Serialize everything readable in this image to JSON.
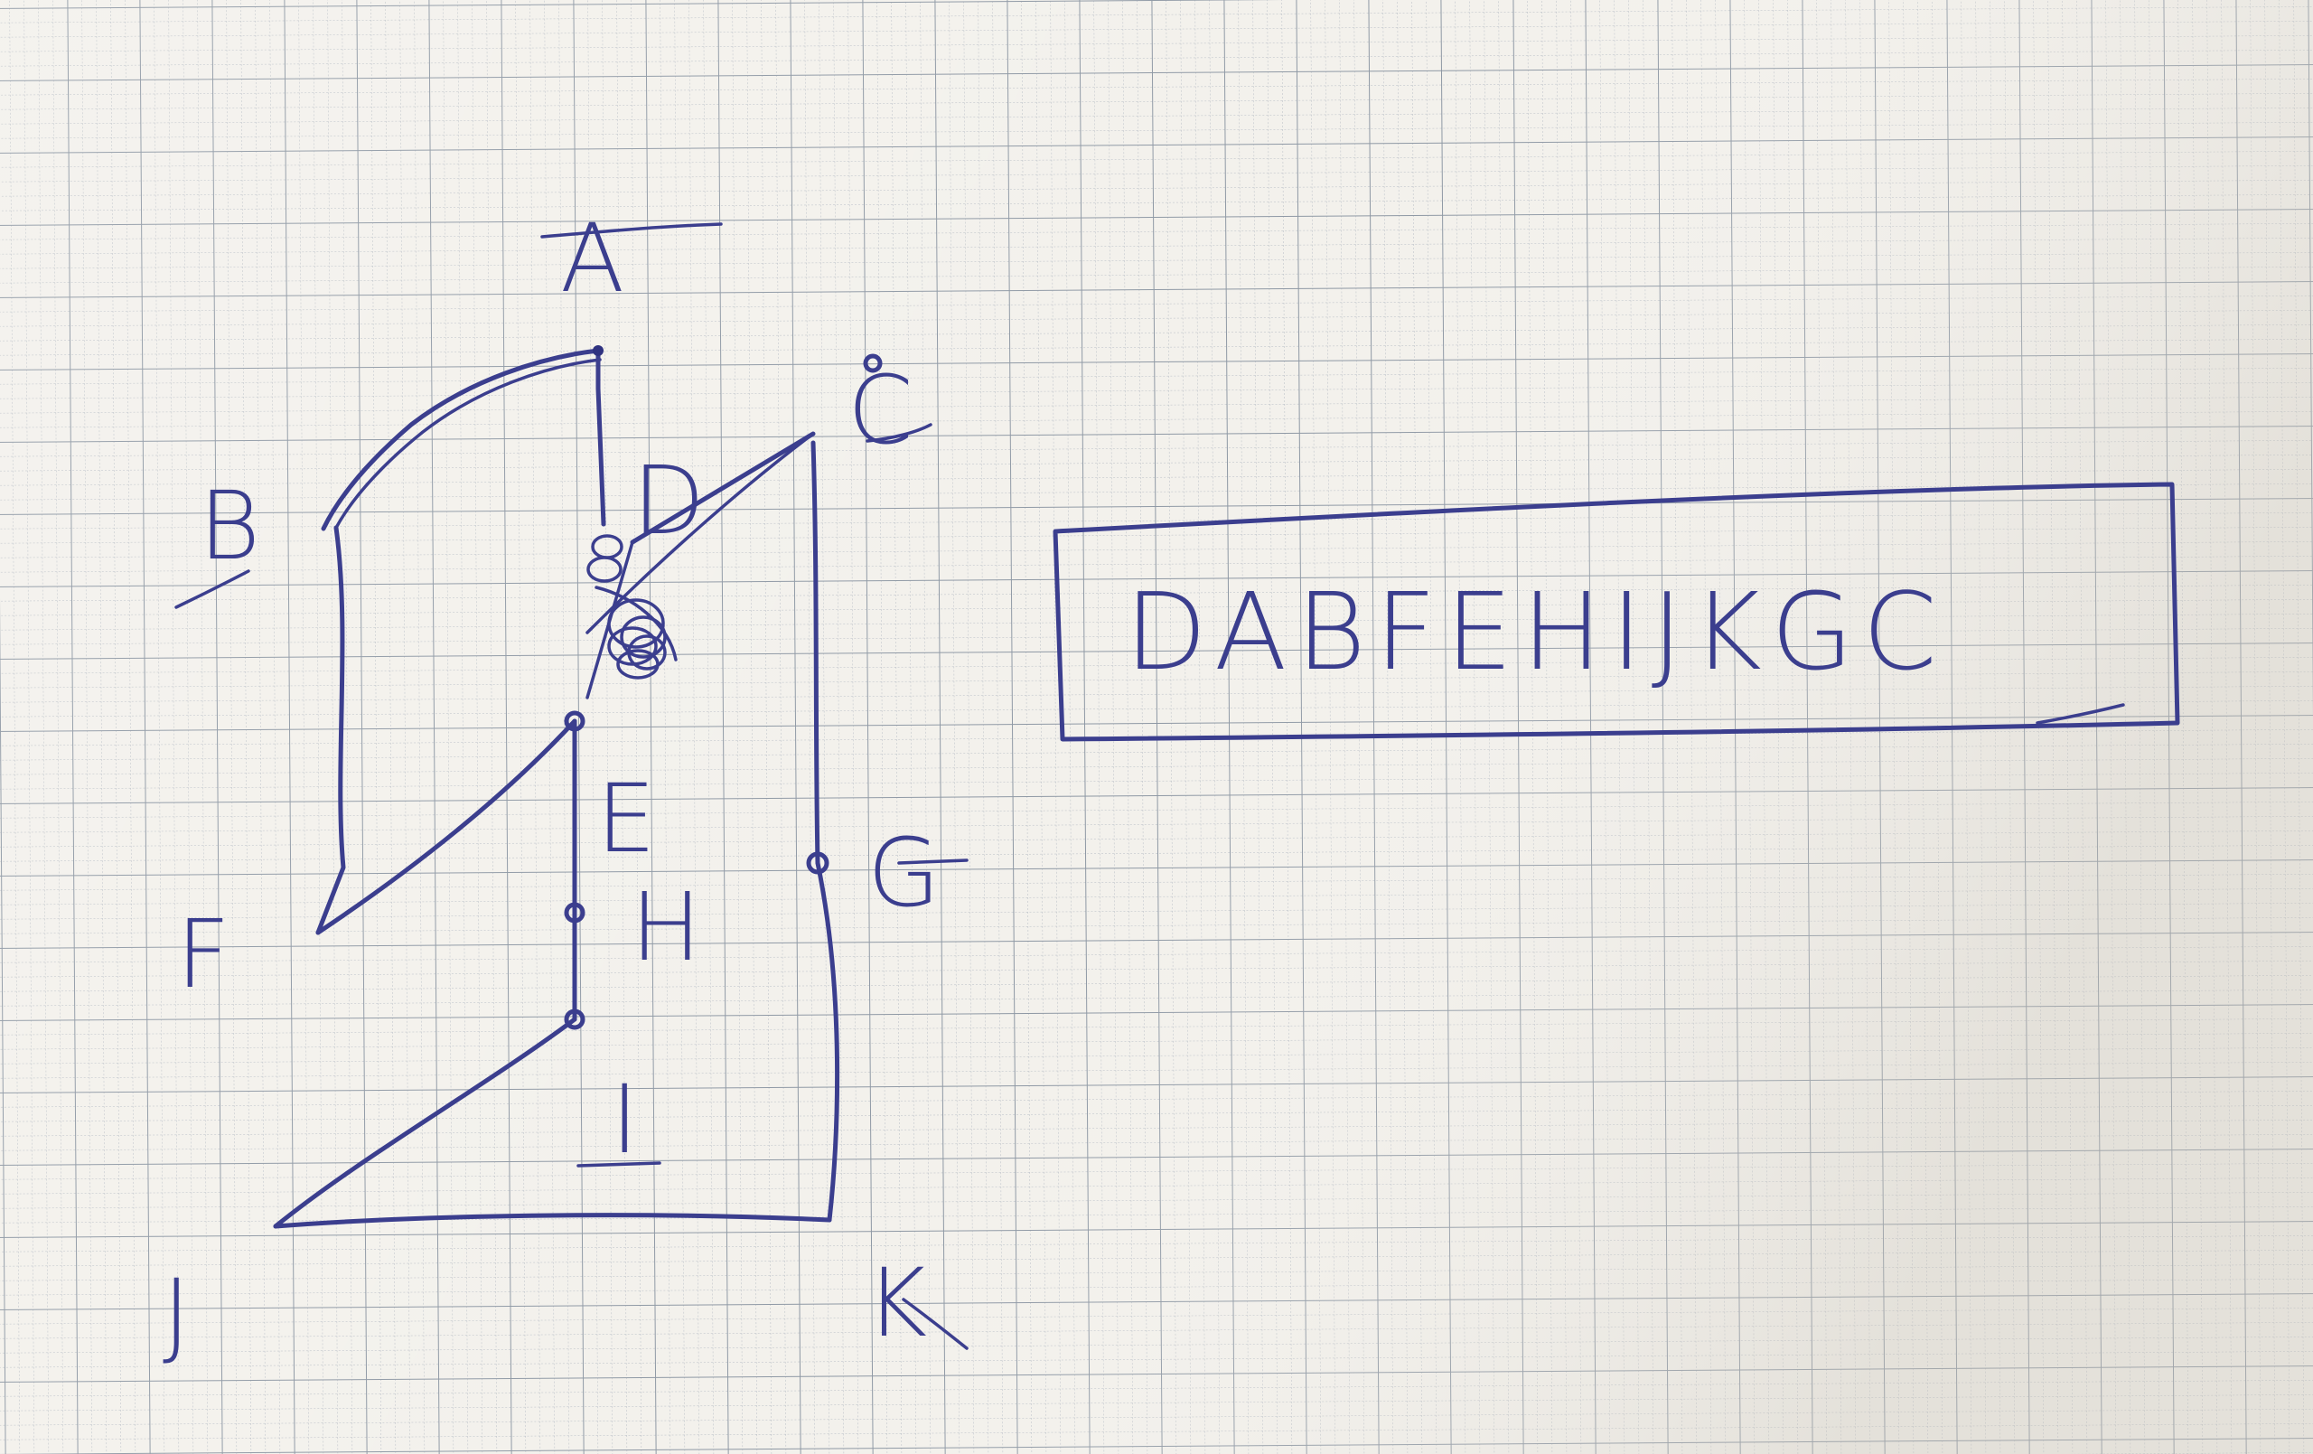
{
  "points": {
    "A": "A",
    "B": "B",
    "C": "C",
    "D": "D",
    "E": "E",
    "F": "F",
    "G": "G",
    "H": "H",
    "I": "I",
    "J": "J",
    "K": "K"
  },
  "answer": "DABFEHIJKGC",
  "colors": {
    "ink": "#3b3e8e",
    "paper": "#f3f1ec",
    "grid": "#9aa4b0"
  }
}
